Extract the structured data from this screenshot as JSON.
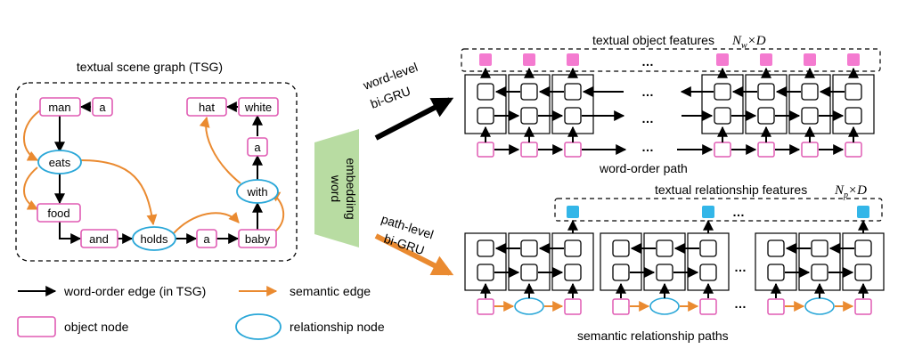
{
  "tsg": {
    "title": "textual scene graph (TSG)",
    "nodes": {
      "man": "man",
      "a1": "a",
      "hat": "hat",
      "white": "white",
      "a2": "a",
      "eats": "eats",
      "food": "food",
      "with": "with",
      "and": "and",
      "holds": "holds",
      "a3": "a",
      "baby": "baby"
    }
  },
  "embedding": {
    "line1": "word",
    "line2": "embedding"
  },
  "word_level": {
    "label1": "word-level",
    "label2": "bi-GRU",
    "features_title": "textual object features",
    "features_dim_main": "N",
    "features_dim_sub": "w",
    "features_dim_rest": "×D",
    "path_title": "word-order path",
    "ellipsis": "…"
  },
  "path_level": {
    "label1": "path-level",
    "label2": "bi-GRU",
    "features_title": "textual relationship features",
    "features_dim_main": "N",
    "features_dim_sub": "p",
    "features_dim_rest": "×D",
    "path_title": "semantic relationship paths",
    "ellipsis": "…"
  },
  "legend": {
    "word_order_edge": "word-order edge (in TSG)",
    "semantic_edge": "semantic edge",
    "object_node": "object node",
    "relationship_node": "relationship node"
  },
  "colors": {
    "object_border": "#e05cb4",
    "relationship_border": "#2aa7d8",
    "semantic_edge": "#ea8a30",
    "word_edge": "#000000",
    "object_feature": "#f47bd0",
    "relation_feature": "#33b6e8",
    "embedding": "#b8dca2"
  }
}
